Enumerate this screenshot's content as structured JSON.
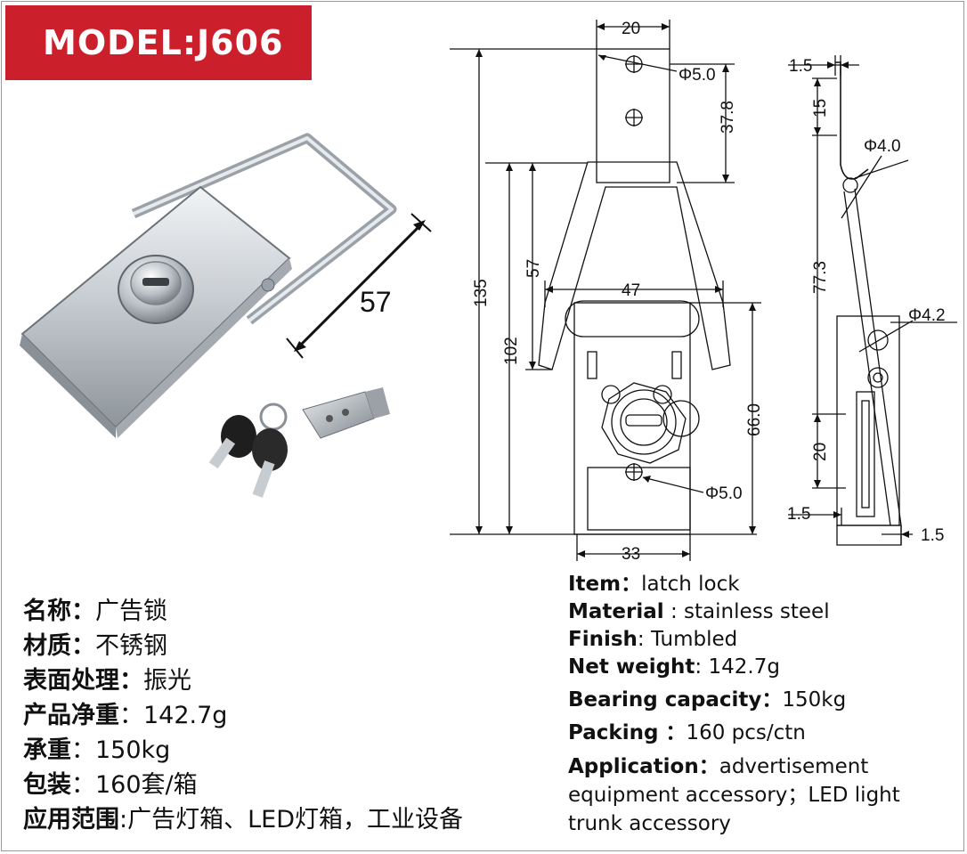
{
  "header": {
    "model": "MODEL:J606"
  },
  "photo": {
    "dimension_label": "57"
  },
  "drawing": {
    "front": {
      "dim_top_width": "20",
      "dim_hole_top": "Φ5.0",
      "dim_37_8": "37.8",
      "dim_total_height": "135",
      "dim_57": "57",
      "dim_102": "102",
      "dim_47": "47",
      "dim_66": "66.0",
      "dim_hole_bottom": "Φ5.0",
      "dim_bottom_width": "33"
    },
    "side": {
      "dim_1_5_top": "1.5",
      "dim_15": "15",
      "dim_4_0": "Φ4.0",
      "dim_77_3": "77.3",
      "dim_4_2": "Φ4.2",
      "dim_20": "20",
      "dim_1_5_left": "1.5",
      "dim_1_5_right": "1.5"
    }
  },
  "spec_cn": [
    {
      "key": "名称",
      "sep": "：",
      "value": "广告锁"
    },
    {
      "key": "材质",
      "sep": "：",
      "value": "不锈钢"
    },
    {
      "key": "表面处理",
      "sep": "：",
      "value": "振光"
    },
    {
      "key": "产品净重",
      "sep": "：",
      "value": "142.7g"
    },
    {
      "key": "承重",
      "sep": "：",
      "value": "150kg"
    },
    {
      "key": "包装",
      "sep": "：",
      "value": "160套/箱"
    },
    {
      "key": "应用范围",
      "sep": ":",
      "value": "广告灯箱、LED灯箱，工业设备"
    }
  ],
  "spec_en": [
    {
      "key": "Item",
      "sep": "：",
      "value": "latch lock"
    },
    {
      "key": "Material",
      "sep": " : ",
      "value": "stainless steel"
    },
    {
      "key": "Finish",
      "sep": ": ",
      "value": "Tumbled"
    },
    {
      "key": "Net weight",
      "sep": ": ",
      "value": "142.7g"
    },
    {
      "key": "Bearing capacity",
      "sep": "：",
      "value": "150kg"
    },
    {
      "key": "Packing",
      "sep": " ：",
      "value": "160 pcs/ctn"
    },
    {
      "key": "Application",
      "sep": "：",
      "value": "advertisement equipment accessory；LED light trunk accessory"
    }
  ]
}
